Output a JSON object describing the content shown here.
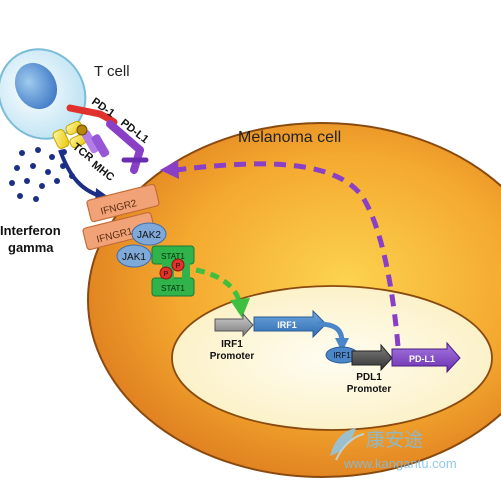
{
  "labels": {
    "t_cell": "T cell",
    "melanoma_cell": "Melanoma cell",
    "pd1": "PD-1",
    "pdl1_receptor": "PD-L1",
    "tcr": "TCR",
    "mhc": "MHC",
    "interferon_line1": "Interferon",
    "interferon_line2": "gamma",
    "ifngr2": "IFNGR2",
    "ifngr1": "IFNGR1",
    "jak2": "JAK2",
    "jak1": "JAK1",
    "stat1_top": "STAT1",
    "stat1_bottom": "STAT1",
    "phospho_1": "P",
    "phospho_2": "P",
    "irf1_protein": "IRF1",
    "irf1_gene": "IRF1",
    "irf1_promoter_line1": "IRF1",
    "irf1_promoter_line2": "Promoter",
    "pdl1_promoter_line1": "PDL1",
    "pdl1_promoter_line2": "Promoter",
    "pdl1_gene": "PD-L1"
  },
  "watermark": {
    "chinese": "康安途",
    "url": "www.kangantu.com"
  },
  "colors": {
    "cell_orange": "#e98a1f",
    "nucleus": "#fdf3c8",
    "stat1_green": "#2fb34a",
    "jak_blue": "#7ea9d8",
    "ifngr_salmon": "#f1a277",
    "pd1_red": "#e0312c",
    "pdl1_purple": "#8a3fc7",
    "interferon_navy": "#1b2f86",
    "irf1_blue": "#4a86c8",
    "phospho_red": "#e0312c"
  },
  "icons": [
    "t-cell-icon",
    "melanoma-cell-icon",
    "nucleus-icon",
    "dna-arrow-icon"
  ]
}
